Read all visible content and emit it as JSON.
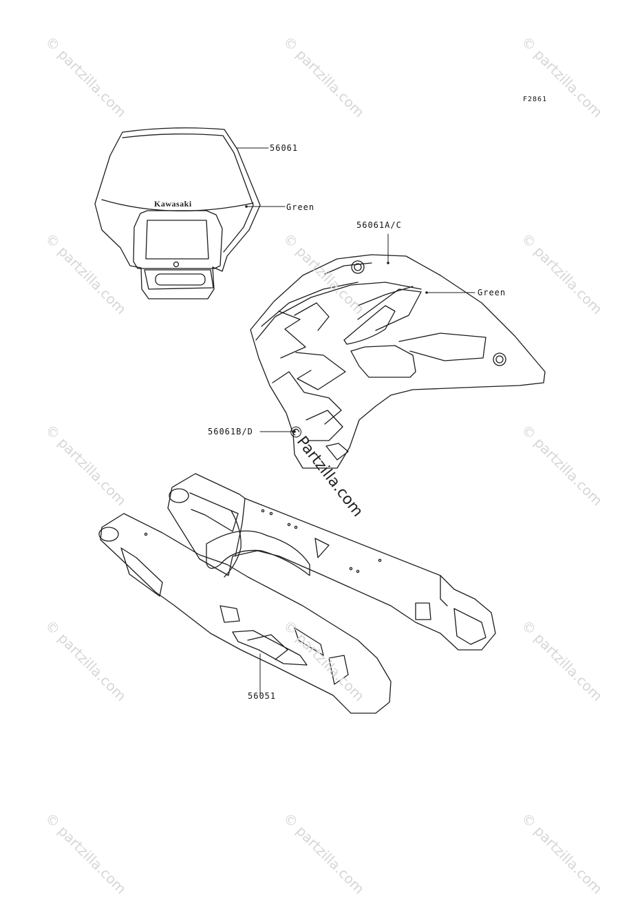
{
  "figure_code": "F2861",
  "callouts": {
    "headlight_cover": "56061",
    "headlight_color": "Green",
    "shroud": "56061A/C",
    "shroud_color": "Green",
    "shroud_lower": "56061B/D",
    "swingarm": "56051"
  },
  "logo_text": "Kawasaki",
  "watermark": {
    "text": "partzilla.com",
    "symbol": "©",
    "center_text": "©Partzilla.com"
  },
  "colors": {
    "line": "#1a1a1a",
    "fill": "#ffffff",
    "watermark": "#d6d6d6"
  }
}
